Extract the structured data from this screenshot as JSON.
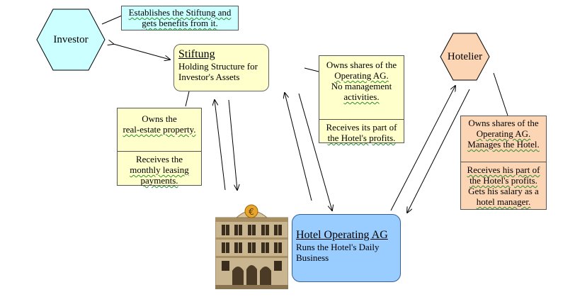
{
  "nodes": {
    "investor": {
      "label": "Investor",
      "color": "#ccffff"
    },
    "hotelier": {
      "label": "Hotelier",
      "color": "#fcd5b4"
    },
    "stiftung": {
      "title": "Stiftung",
      "line1": "Holding Structure for",
      "line2": "Investor's Assets"
    },
    "hotel_ag": {
      "title": "Hotel Operating AG",
      "line1": "Runs the Hotel's Daily",
      "line2": "Business"
    }
  },
  "notes": {
    "investor_note": {
      "line1": "Establishes the Stiftung and",
      "line2": "gets benefits from it."
    },
    "realestate": {
      "a1": "Owns the",
      "a2": "real-estate property.",
      "b1": "Receives the",
      "b2": "monthly leasing",
      "b3": "payments."
    },
    "stiftung_shares": {
      "a1": "Owns shares of the",
      "a2": "Operating AG.",
      "a3": "No management",
      "a4": "activities.",
      "b1": "Receives its part of",
      "b2": "the Hotel's profits."
    },
    "hotelier_shares": {
      "a1": "Owns shares of the",
      "a2": "Operating AG.",
      "a3": "Manages the Hotel.",
      "b1": "Receives his part of",
      "b2": "the Hotel's profits.",
      "b3": "Gets his salary as a",
      "b4": "hotel manager."
    }
  },
  "image": {
    "name": "hotel-building-icon",
    "symbol": "€"
  },
  "colors": {
    "yellow": "#ffffcc",
    "orange": "#fcd5b4",
    "cyan": "#ccffff",
    "blue": "#99ccff"
  }
}
